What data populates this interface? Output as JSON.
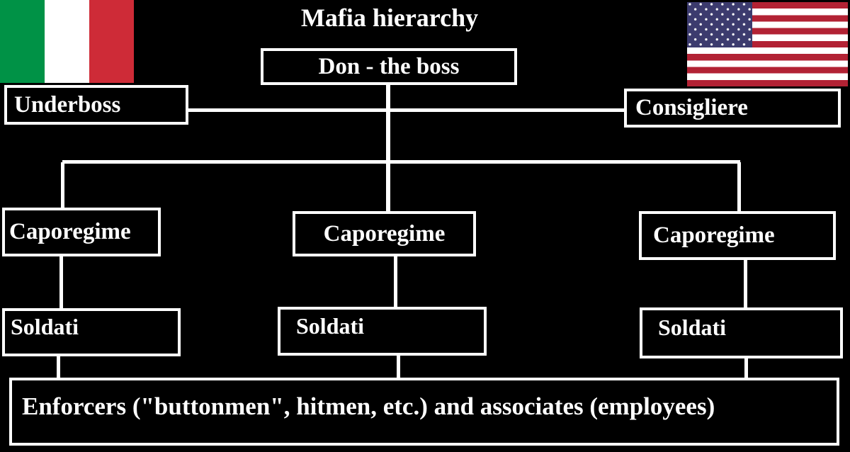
{
  "title": "Mafia hierarchy",
  "nodes": {
    "don": "Don - the boss",
    "underboss": "Underboss",
    "consigliere": "Consigliere",
    "caporegime1": "Caporegime",
    "caporegime2": "Caporegime",
    "caporegime3": "Caporegime",
    "soldati1": "Soldati",
    "soldati2": "Soldati",
    "soldati3": "Soldati",
    "enforcers": "Enforcers (\"buttonmen\", hitmen, etc.) and associates (employees)"
  },
  "hierarchy": {
    "edges": [
      [
        "don",
        "underboss"
      ],
      [
        "don",
        "consigliere"
      ],
      [
        "don",
        "caporegime1"
      ],
      [
        "don",
        "caporegime2"
      ],
      [
        "don",
        "caporegime3"
      ],
      [
        "caporegime1",
        "soldati1"
      ],
      [
        "caporegime2",
        "soldati2"
      ],
      [
        "caporegime3",
        "soldati3"
      ],
      [
        "soldati1",
        "enforcers"
      ],
      [
        "soldati2",
        "enforcers"
      ],
      [
        "soldati3",
        "enforcers"
      ]
    ]
  },
  "colors": {
    "background": "#000000",
    "line": "#FFFFFF",
    "text": "#FFFFFF",
    "box_border": "#FFFFFF",
    "box_fill": "#000000"
  },
  "flags": {
    "italy": {
      "name": "Flag of Italy",
      "green": "#009246",
      "white": "#FFFFFF",
      "red": "#CE2B37"
    },
    "usa": {
      "name": "Flag of the United States",
      "red": "#B22234",
      "white": "#FFFFFF",
      "blue": "#3C3B6E"
    }
  }
}
